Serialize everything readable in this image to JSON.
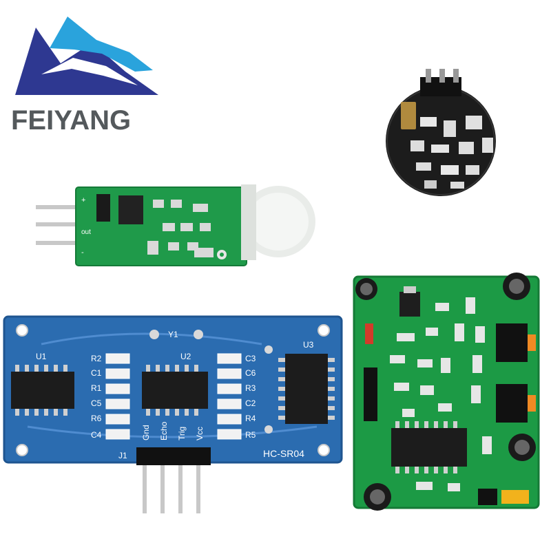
{
  "brand": {
    "name": "FEIYANG",
    "colors": {
      "dark_blue": "#2e3891",
      "light_blue": "#2aa3dc",
      "text_gray": "#54595c"
    }
  },
  "boards": {
    "ultrasonic": {
      "model": "HC-SR04",
      "pins": [
        "Gnd",
        "Echo",
        "Trig",
        "Vcc"
      ],
      "components": {
        "u1": "U1",
        "u2": "U2",
        "u3": "U3",
        "y1": "Y1",
        "j1": "J1",
        "left_column": [
          "R2",
          "C1",
          "R1",
          "C5",
          "R6",
          "C4"
        ],
        "right_column": [
          "C3",
          "C6",
          "R3",
          "C2",
          "R4",
          "R5"
        ]
      },
      "color": "#2b6cb0"
    },
    "mini_pir": {
      "pin_labels": [
        "+",
        "out",
        "-"
      ],
      "color": "#1f9a4a"
    },
    "round_pir": {
      "color": "#1c1c1c"
    },
    "pir_module": {
      "color": "#1c9a45"
    }
  }
}
